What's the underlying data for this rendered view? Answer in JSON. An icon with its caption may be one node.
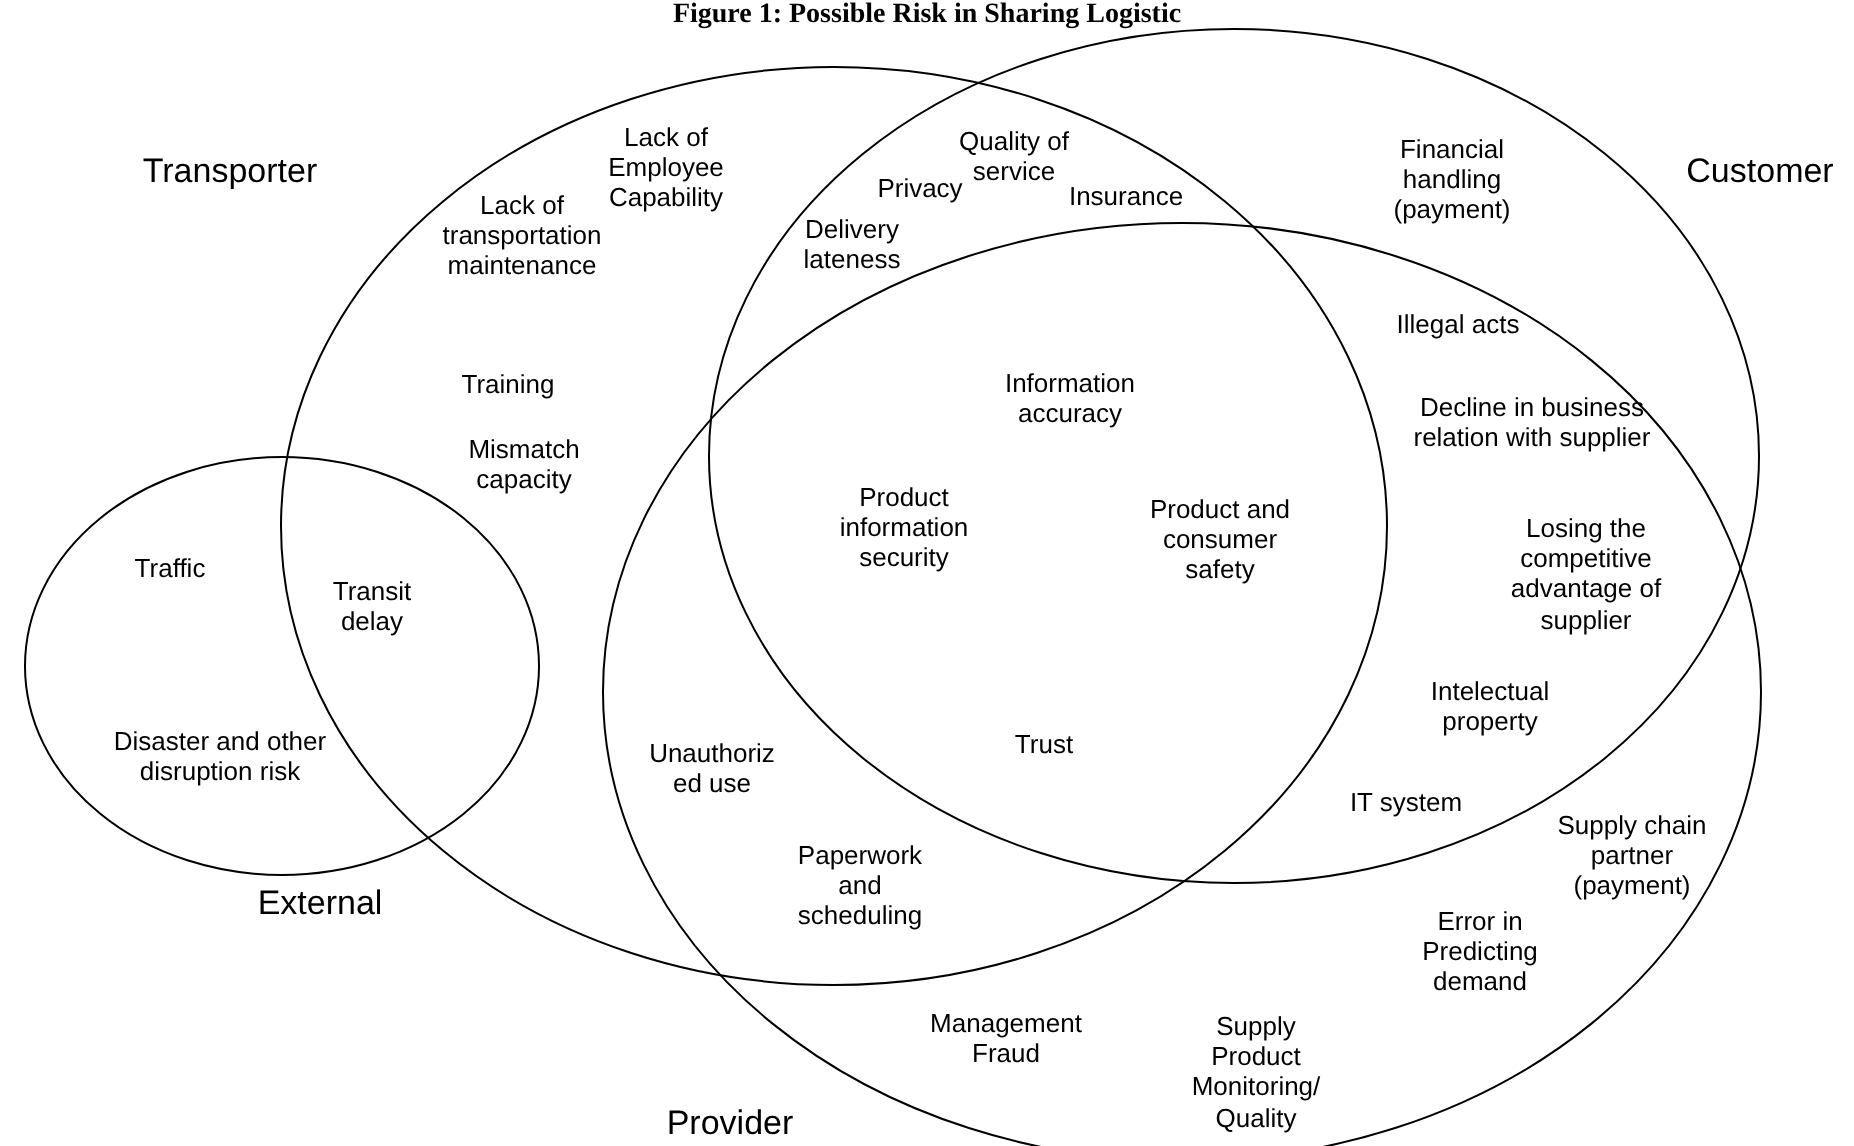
{
  "diagram": {
    "title": "Figure 1: Possible Risk in Sharing Logistic",
    "nodes": [
      {
        "text": [
          "Transporter"
        ]
      },
      {
        "text": [
          "Customer"
        ]
      },
      {
        "text": [
          "External"
        ]
      },
      {
        "text": [
          "Provider"
        ]
      }
    ],
    "labels": [
      "Lack of Employee Capability",
      "Quality of service",
      "Financial handling (payment)",
      "Privacy",
      "Insurance",
      "Lack of transportation maintenance",
      "Delivery lateness",
      "Illegal acts",
      "Training",
      "Information accuracy",
      "Decline in business relation with supplier",
      "Mismatch capacity",
      "Product information security",
      "Product and consumer safety",
      "Traffic",
      "Losing the competitive advantage of supplier",
      "Transit delay",
      "Intelectual property",
      "Trust",
      "Disaster and other disruption risk",
      "Unauthoriz ed use",
      "Paperwork and scheduling",
      "IT system",
      "Supply chain partner (payment)",
      "Error in Predicting demand",
      "Management Fraud",
      "Supply Product Monitoring/ Quality"
    ]
  }
}
